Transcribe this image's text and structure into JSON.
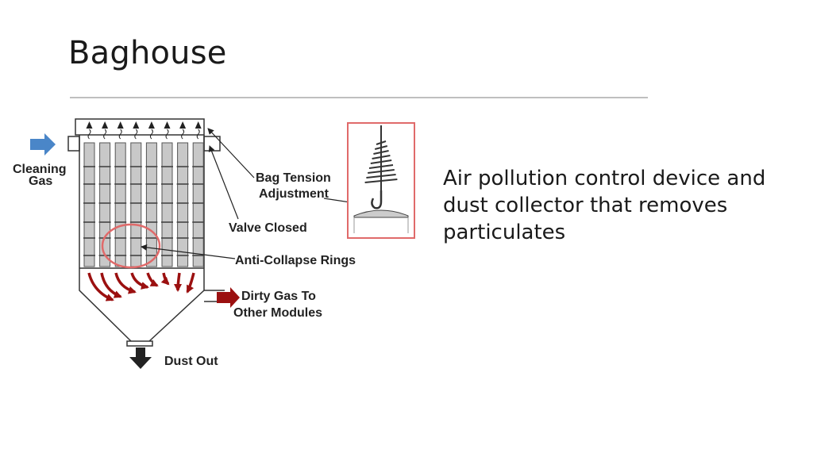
{
  "slide": {
    "title": "Baghouse",
    "body": "Air pollution control device and dust collector that removes particulates"
  },
  "diagram": {
    "labels": {
      "cleaning_gas_line1": "Cleaning",
      "cleaning_gas_line2": "Gas",
      "bag_tension_line1": "Bag Tension",
      "bag_tension_line2": "Adjustment",
      "valve_closed": "Valve Closed",
      "anti_collapse": "Anti-Collapse Rings",
      "dirty_gas_line1": "Dirty Gas To",
      "dirty_gas_line2": "Other Modules",
      "dust_out": "Dust Out"
    },
    "colors": {
      "cleaning_arrow": "#4a86c8",
      "dirty_arrow": "#9b1010",
      "highlight_ring": "#e06a6a",
      "bag_fill": "#c8c8c8"
    }
  }
}
